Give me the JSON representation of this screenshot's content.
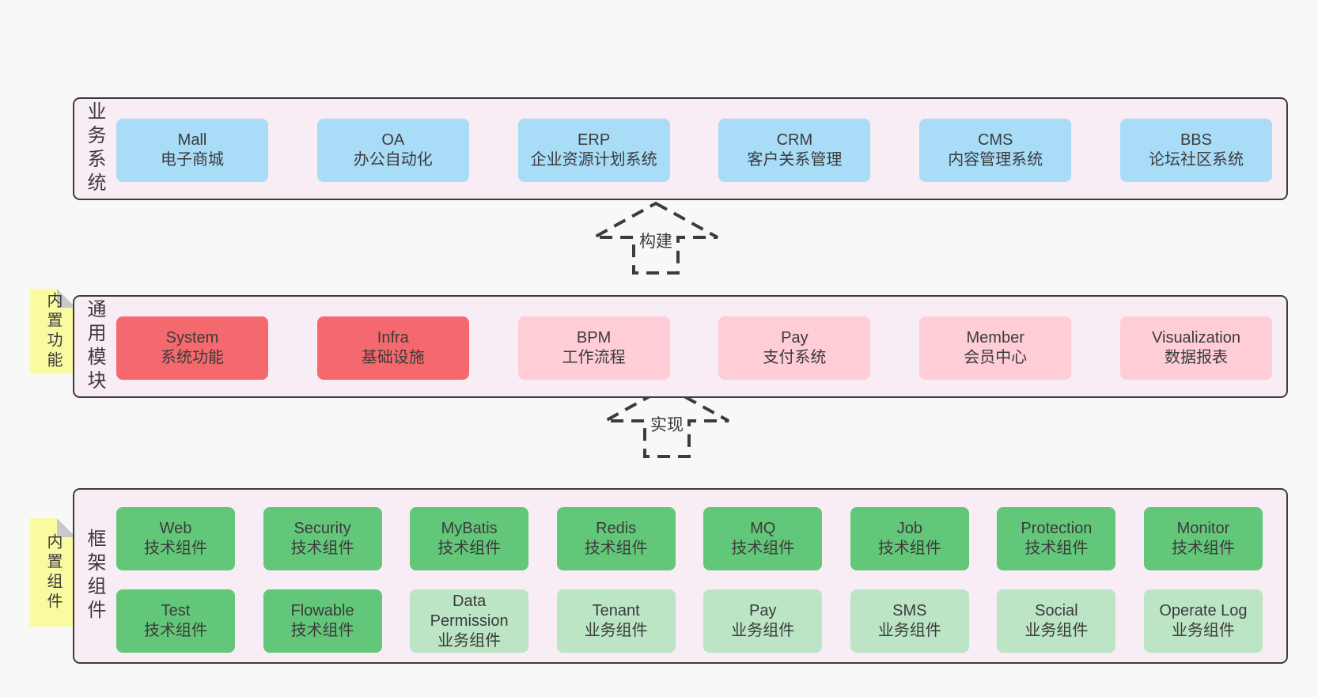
{
  "colors": {
    "page": "#f8f8f8",
    "panel": "#f8ecf5",
    "border": "#3c3c3c",
    "text": "#3b3b3b",
    "blue": "#a8dcf7",
    "red": "#f4696e",
    "pink": "#fecdd6",
    "green": "#63c77a",
    "lightGreen": "#bce5c5",
    "sticky": "#fafaa0",
    "stickyFold": "#c9c9c9"
  },
  "arrows": {
    "build": "构建",
    "implement": "实现"
  },
  "sections": {
    "business": {
      "label": "业务系统",
      "boxes": [
        {
          "title": "Mall",
          "subtitle": "电子商城",
          "variant": "blue"
        },
        {
          "title": "OA",
          "subtitle": "办公自动化",
          "variant": "blue"
        },
        {
          "title": "ERP",
          "subtitle": "企业资源计划系统",
          "variant": "blue"
        },
        {
          "title": "CRM",
          "subtitle": "客户关系管理",
          "variant": "blue"
        },
        {
          "title": "CMS",
          "subtitle": "内容管理系统",
          "variant": "blue"
        },
        {
          "title": "BBS",
          "subtitle": "论坛社区系统",
          "variant": "blue"
        }
      ]
    },
    "common": {
      "label": "通用模块",
      "sticky": "内置功能",
      "boxes": [
        {
          "title": "System",
          "subtitle": "系统功能",
          "variant": "red"
        },
        {
          "title": "Infra",
          "subtitle": "基础设施",
          "variant": "red"
        },
        {
          "title": "BPM",
          "subtitle": "工作流程",
          "variant": "pink"
        },
        {
          "title": "Pay",
          "subtitle": "支付系统",
          "variant": "pink"
        },
        {
          "title": "Member",
          "subtitle": "会员中心",
          "variant": "pink"
        },
        {
          "title": "Visualization",
          "subtitle": "数据报表",
          "variant": "pink"
        }
      ]
    },
    "framework": {
      "label": "框架组件",
      "sticky": "内置组件",
      "rows": [
        [
          {
            "title": "Web",
            "subtitle": "技术组件",
            "variant": "green"
          },
          {
            "title": "Security",
            "subtitle": "技术组件",
            "variant": "green"
          },
          {
            "title": "MyBatis",
            "subtitle": "技术组件",
            "variant": "green"
          },
          {
            "title": "Redis",
            "subtitle": "技术组件",
            "variant": "green"
          },
          {
            "title": "MQ",
            "subtitle": "技术组件",
            "variant": "green"
          },
          {
            "title": "Job",
            "subtitle": "技术组件",
            "variant": "green"
          },
          {
            "title": "Protection",
            "subtitle": "技术组件",
            "variant": "green"
          },
          {
            "title": "Monitor",
            "subtitle": "技术组件",
            "variant": "green"
          }
        ],
        [
          {
            "title": "Test",
            "subtitle": "技术组件",
            "variant": "green"
          },
          {
            "title": "Flowable",
            "subtitle": "技术组件",
            "variant": "green"
          },
          {
            "title": "Data Permission",
            "subtitle": "业务组件",
            "variant": "lightGreen"
          },
          {
            "title": "Tenant",
            "subtitle": "业务组件",
            "variant": "lightGreen"
          },
          {
            "title": "Pay",
            "subtitle": "业务组件",
            "variant": "lightGreen"
          },
          {
            "title": "SMS",
            "subtitle": "业务组件",
            "variant": "lightGreen"
          },
          {
            "title": "Social",
            "subtitle": "业务组件",
            "variant": "lightGreen"
          },
          {
            "title": "Operate Log",
            "subtitle": "业务组件",
            "variant": "lightGreen"
          }
        ]
      ]
    }
  }
}
